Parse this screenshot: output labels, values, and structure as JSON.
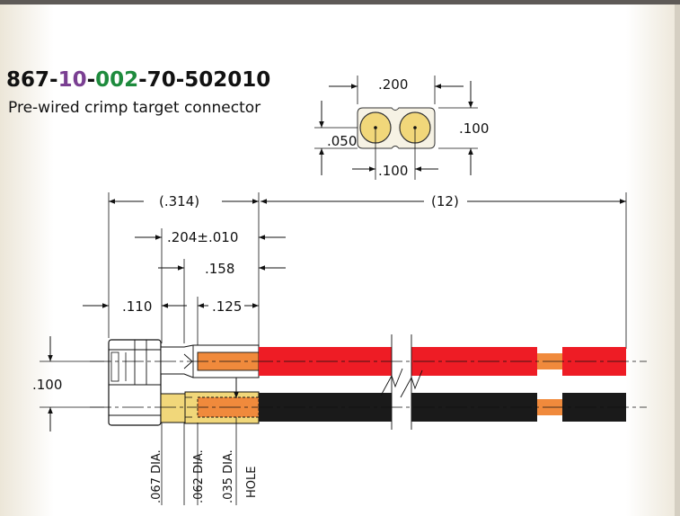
{
  "title": {
    "part_number_parts": [
      "867-",
      "10",
      "-",
      "002",
      "-70-502010"
    ],
    "subtitle": "Pre-wired crimp target connector"
  },
  "colors": {
    "accent_purple": "#7a3f92",
    "accent_green": "#1e8b3d",
    "contact_gold": "#f1d77a",
    "wire_red": "#ee1c25",
    "wire_black": "#1a1a1a",
    "conductor_orange": "#f08a3c"
  },
  "dimensions": {
    "top_width": ".200",
    "top_height": ".100",
    "top_left_height": ".050",
    "top_pitch": ".100",
    "overall_length": "(.314)",
    "wire_length": "(12)",
    "crimp_length": ".204±.010",
    "length_158": ".158",
    "length_110": ".110",
    "length_125": ".125",
    "side_pitch": ".100",
    "dia_067": ".067 DIA.",
    "dia_062": ".062 DIA.",
    "dia_035": ".035 DIA.",
    "hole": "HOLE"
  }
}
